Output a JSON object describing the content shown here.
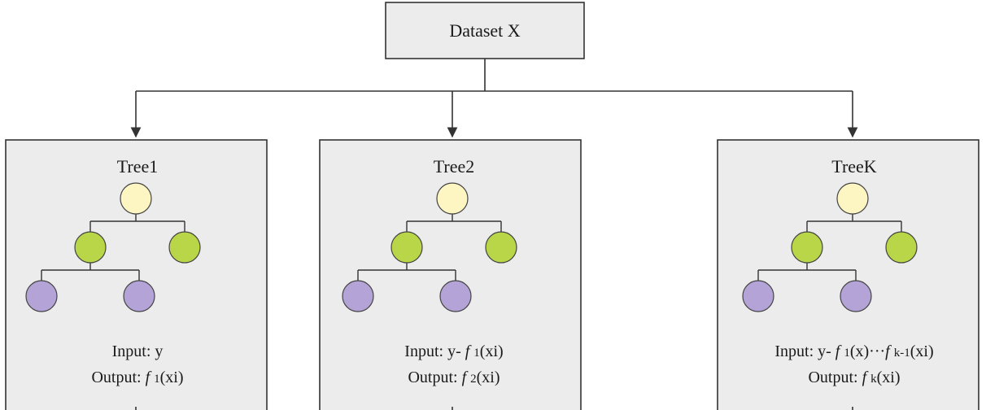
{
  "colors": {
    "background": "#ffffff",
    "box_fill": "#ececec",
    "stroke": "#333333",
    "root_node": "#fdf6c3",
    "middle_node": "#b9d548",
    "leaf_node": "#b4a3d6"
  },
  "root": {
    "label": "Dataset X"
  },
  "trees": [
    {
      "title": "Tree1",
      "input": {
        "prefix": "Input: y",
        "parts": []
      },
      "output": {
        "prefix": "Output: ",
        "f": "f",
        "sub": "1",
        "arg": "(xi)"
      }
    },
    {
      "title": "Tree2",
      "input": {
        "prefix": "Input: y- ",
        "parts": [
          {
            "f": "f",
            "sub": "1",
            "arg": "(xi)"
          }
        ]
      },
      "output": {
        "prefix": "Output: ",
        "f": "f",
        "sub": "2",
        "arg": "(xi)"
      }
    },
    {
      "title": "TreeK",
      "input": {
        "prefix": "Input: y- ",
        "parts": [
          {
            "f": "f",
            "sub": "1",
            "arg": "(x)···"
          },
          {
            "f": "f",
            "sub": "k-1",
            "arg": "(xi)"
          }
        ]
      },
      "output": {
        "prefix": "Output: ",
        "f": "f",
        "sub": "k",
        "arg": "(xi)"
      }
    }
  ]
}
